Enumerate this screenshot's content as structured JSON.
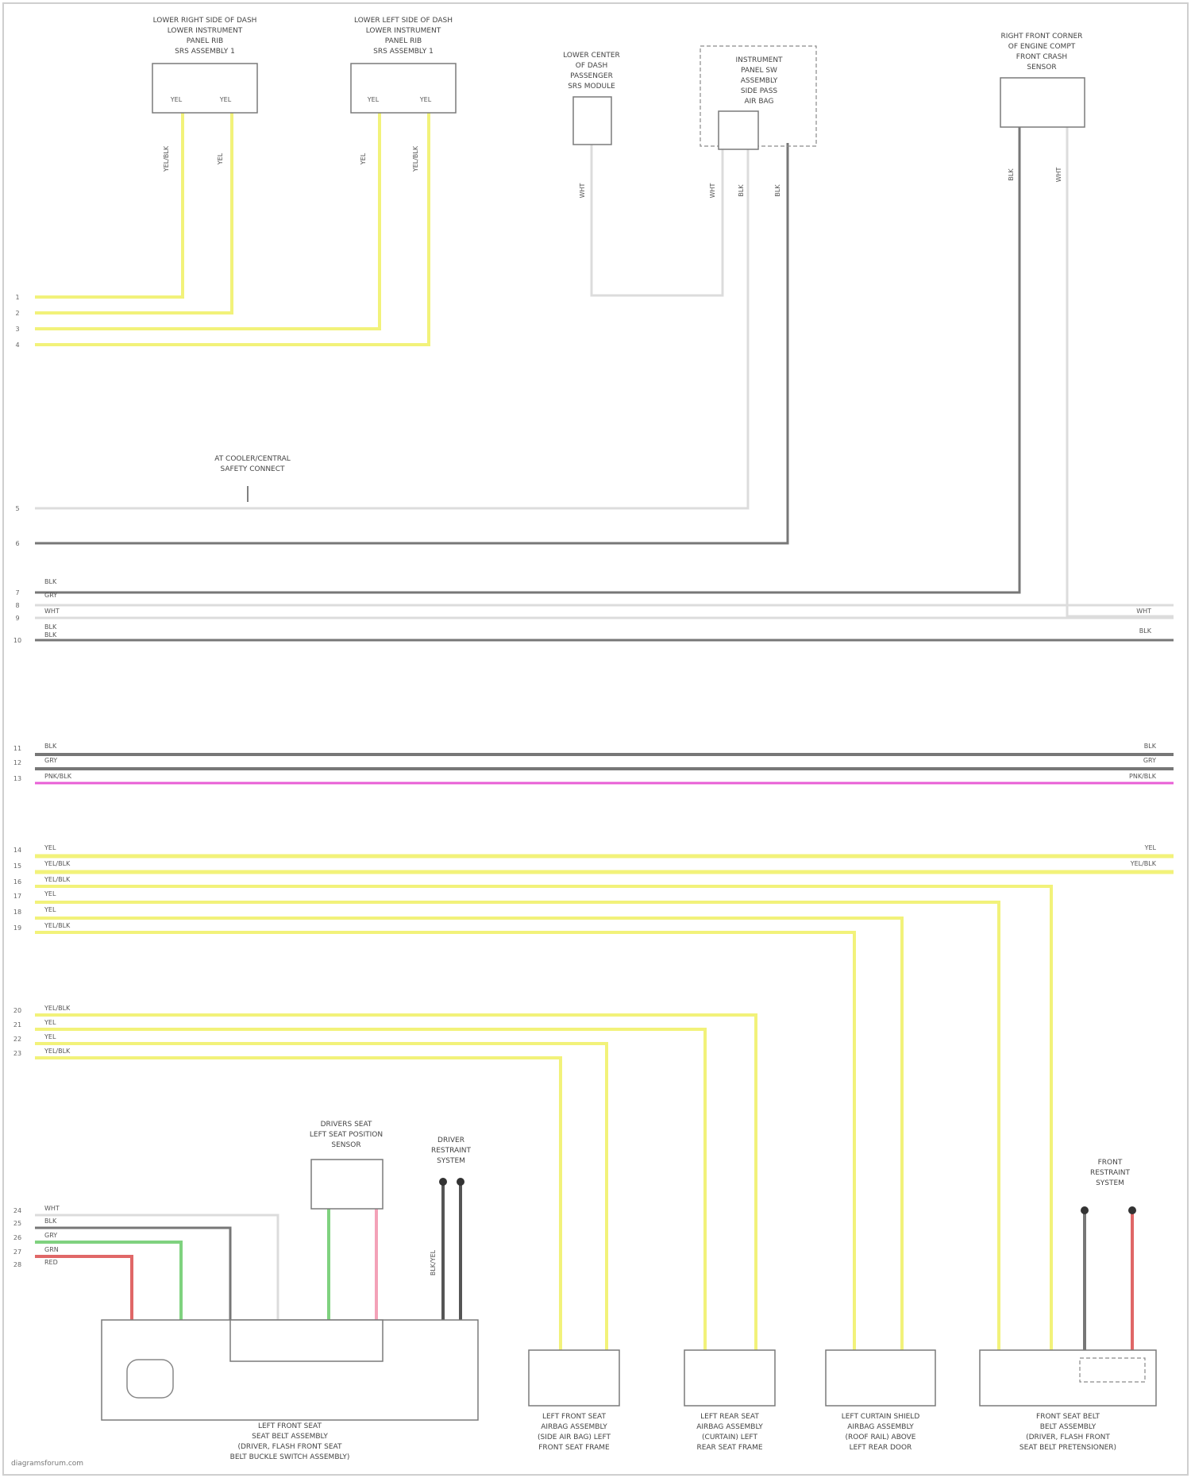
{
  "colors": {
    "yellow": "#f2f27a",
    "gray": "#8f8f8f",
    "dark_gray": "#777777",
    "white": "#dcdcdc",
    "pink": "#e85fd6",
    "green": "#7fd27f",
    "red": "#e06767",
    "light_pink": "#f3a2b8",
    "tan": "#e9e3c4",
    "border": "#bfbfbf"
  },
  "components": {
    "top_left_a": "LOWER RIGHT SIDE OF DASH\nLOWER INSTRUMENT\nPANEL RIB\nSRS ASSEMBLY 1",
    "top_left_b": "LOWER LEFT SIDE OF DASH\nLOWER INSTRUMENT\nPANEL RIB\nSRS ASSEMBLY 1",
    "center_a": "LOWER CENTER\nOF DASH\nPASSENGER\nSRS MODULE",
    "center_b": "INSTRUMENT\nPANEL SW\nASSEMBLY\nSIDE PASS\nAIR BAG",
    "top_right": "RIGHT FRONT CORNER\nOF ENGINE COMPT\nFRONT CRASH\nSENSOR",
    "ground_note": "AT COOLER/CENTRAL\nSAFETY CONNECT",
    "bottom_sensor": "DRIVERS SEAT\nLEFT SEAT POSITION\nSENSOR",
    "bottom_system_a": "DRIVER\nRESTRAINT\nSYSTEM",
    "bottom_system_b": "FRONT\nRESTRAINT\nSYSTEM",
    "bottom_module": "LEFT FRONT SEAT\nSEAT BELT ASSEMBLY\n(DRIVER, FLASH FRONT SEAT\nBELT BUCKLE SWITCH ASSEMBLY)",
    "bottom_c1": "LEFT FRONT SEAT\nAIRBAG ASSEMBLY\n(SIDE AIR BAG) LEFT\nFRONT SEAT FRAME",
    "bottom_c2": "LEFT REAR SEAT\nAIRBAG ASSEMBLY\n(CURTAIN) LEFT\nREAR SEAT FRAME",
    "bottom_c3": "LEFT CURTAIN SHIELD\nAIRBAG ASSEMBLY\n(ROOF RAIL) ABOVE\nLEFT REAR DOOR",
    "bottom_c4": "FRONT SEAT BELT\nBELT ASSEMBLY\n(DRIVER, FLASH FRONT\nSEAT BELT PRETENSIONER)"
  },
  "wire_labels": {
    "yel_blk": "YEL/BLK",
    "yel": "YEL",
    "gry": "GRY",
    "wht": "WHT",
    "blk": "BLK",
    "pnk_blk": "PNK/BLK",
    "grn": "GRN",
    "red": "RED",
    "blk_yel": "BLK/YEL"
  },
  "watermark": "diagramsforum.com"
}
